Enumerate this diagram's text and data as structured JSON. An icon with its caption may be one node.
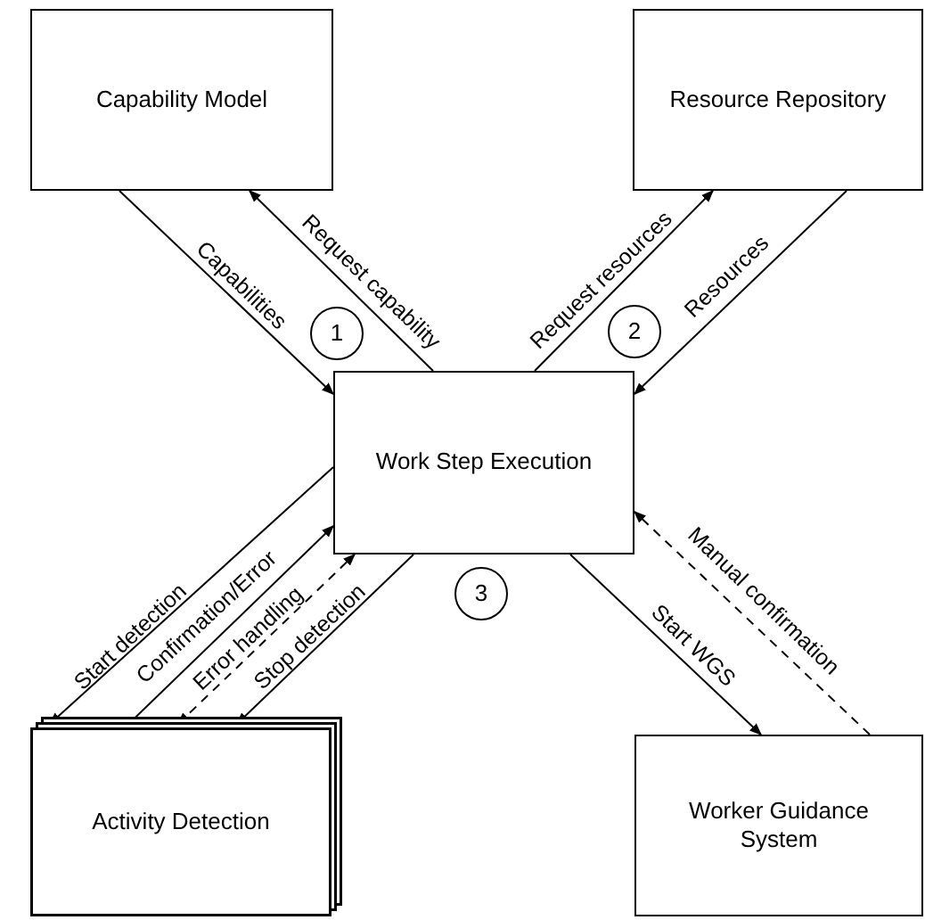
{
  "diagram": {
    "nodes": [
      {
        "text": [
          "Capability Model"
        ]
      },
      {
        "text": [
          "Resource Repository"
        ]
      },
      {
        "text": [
          "1"
        ]
      },
      {
        "text": [
          "2"
        ]
      },
      {
        "text": [
          "Work Step Execution"
        ]
      },
      {
        "text": [
          "3"
        ]
      },
      {
        "text": [
          "Activity Detection"
        ]
      },
      {
        "text": [
          "Worker Guidance System"
        ]
      }
    ],
    "edges": [
      {
        "from": 0,
        "to": 4,
        "arrow": "to",
        "label": "Capabilities"
      },
      {
        "from": 4,
        "to": 0,
        "arrow": "to",
        "label": "Request capability"
      },
      {
        "from": 4,
        "to": 1,
        "arrow": "to",
        "label": "Request resources"
      },
      {
        "from": 1,
        "to": 4,
        "arrow": "to",
        "label": "Resources"
      },
      {
        "from": 4,
        "to": 6,
        "arrow": "to",
        "label": "Start detection"
      },
      {
        "from": 6,
        "to": 4,
        "arrow": "to",
        "label": "Confirmation/Error"
      },
      {
        "from": 6,
        "to": 4,
        "arrow": "both",
        "label": "Error handling",
        "style": "dashed"
      },
      {
        "from": 4,
        "to": 6,
        "arrow": "to",
        "label": "Stop detection"
      },
      {
        "from": 4,
        "to": 7,
        "arrow": "to",
        "label": "Start WGS"
      },
      {
        "from": 7,
        "to": 4,
        "arrow": "to",
        "label": "Manual confirmation",
        "style": "dashed"
      }
    ]
  }
}
